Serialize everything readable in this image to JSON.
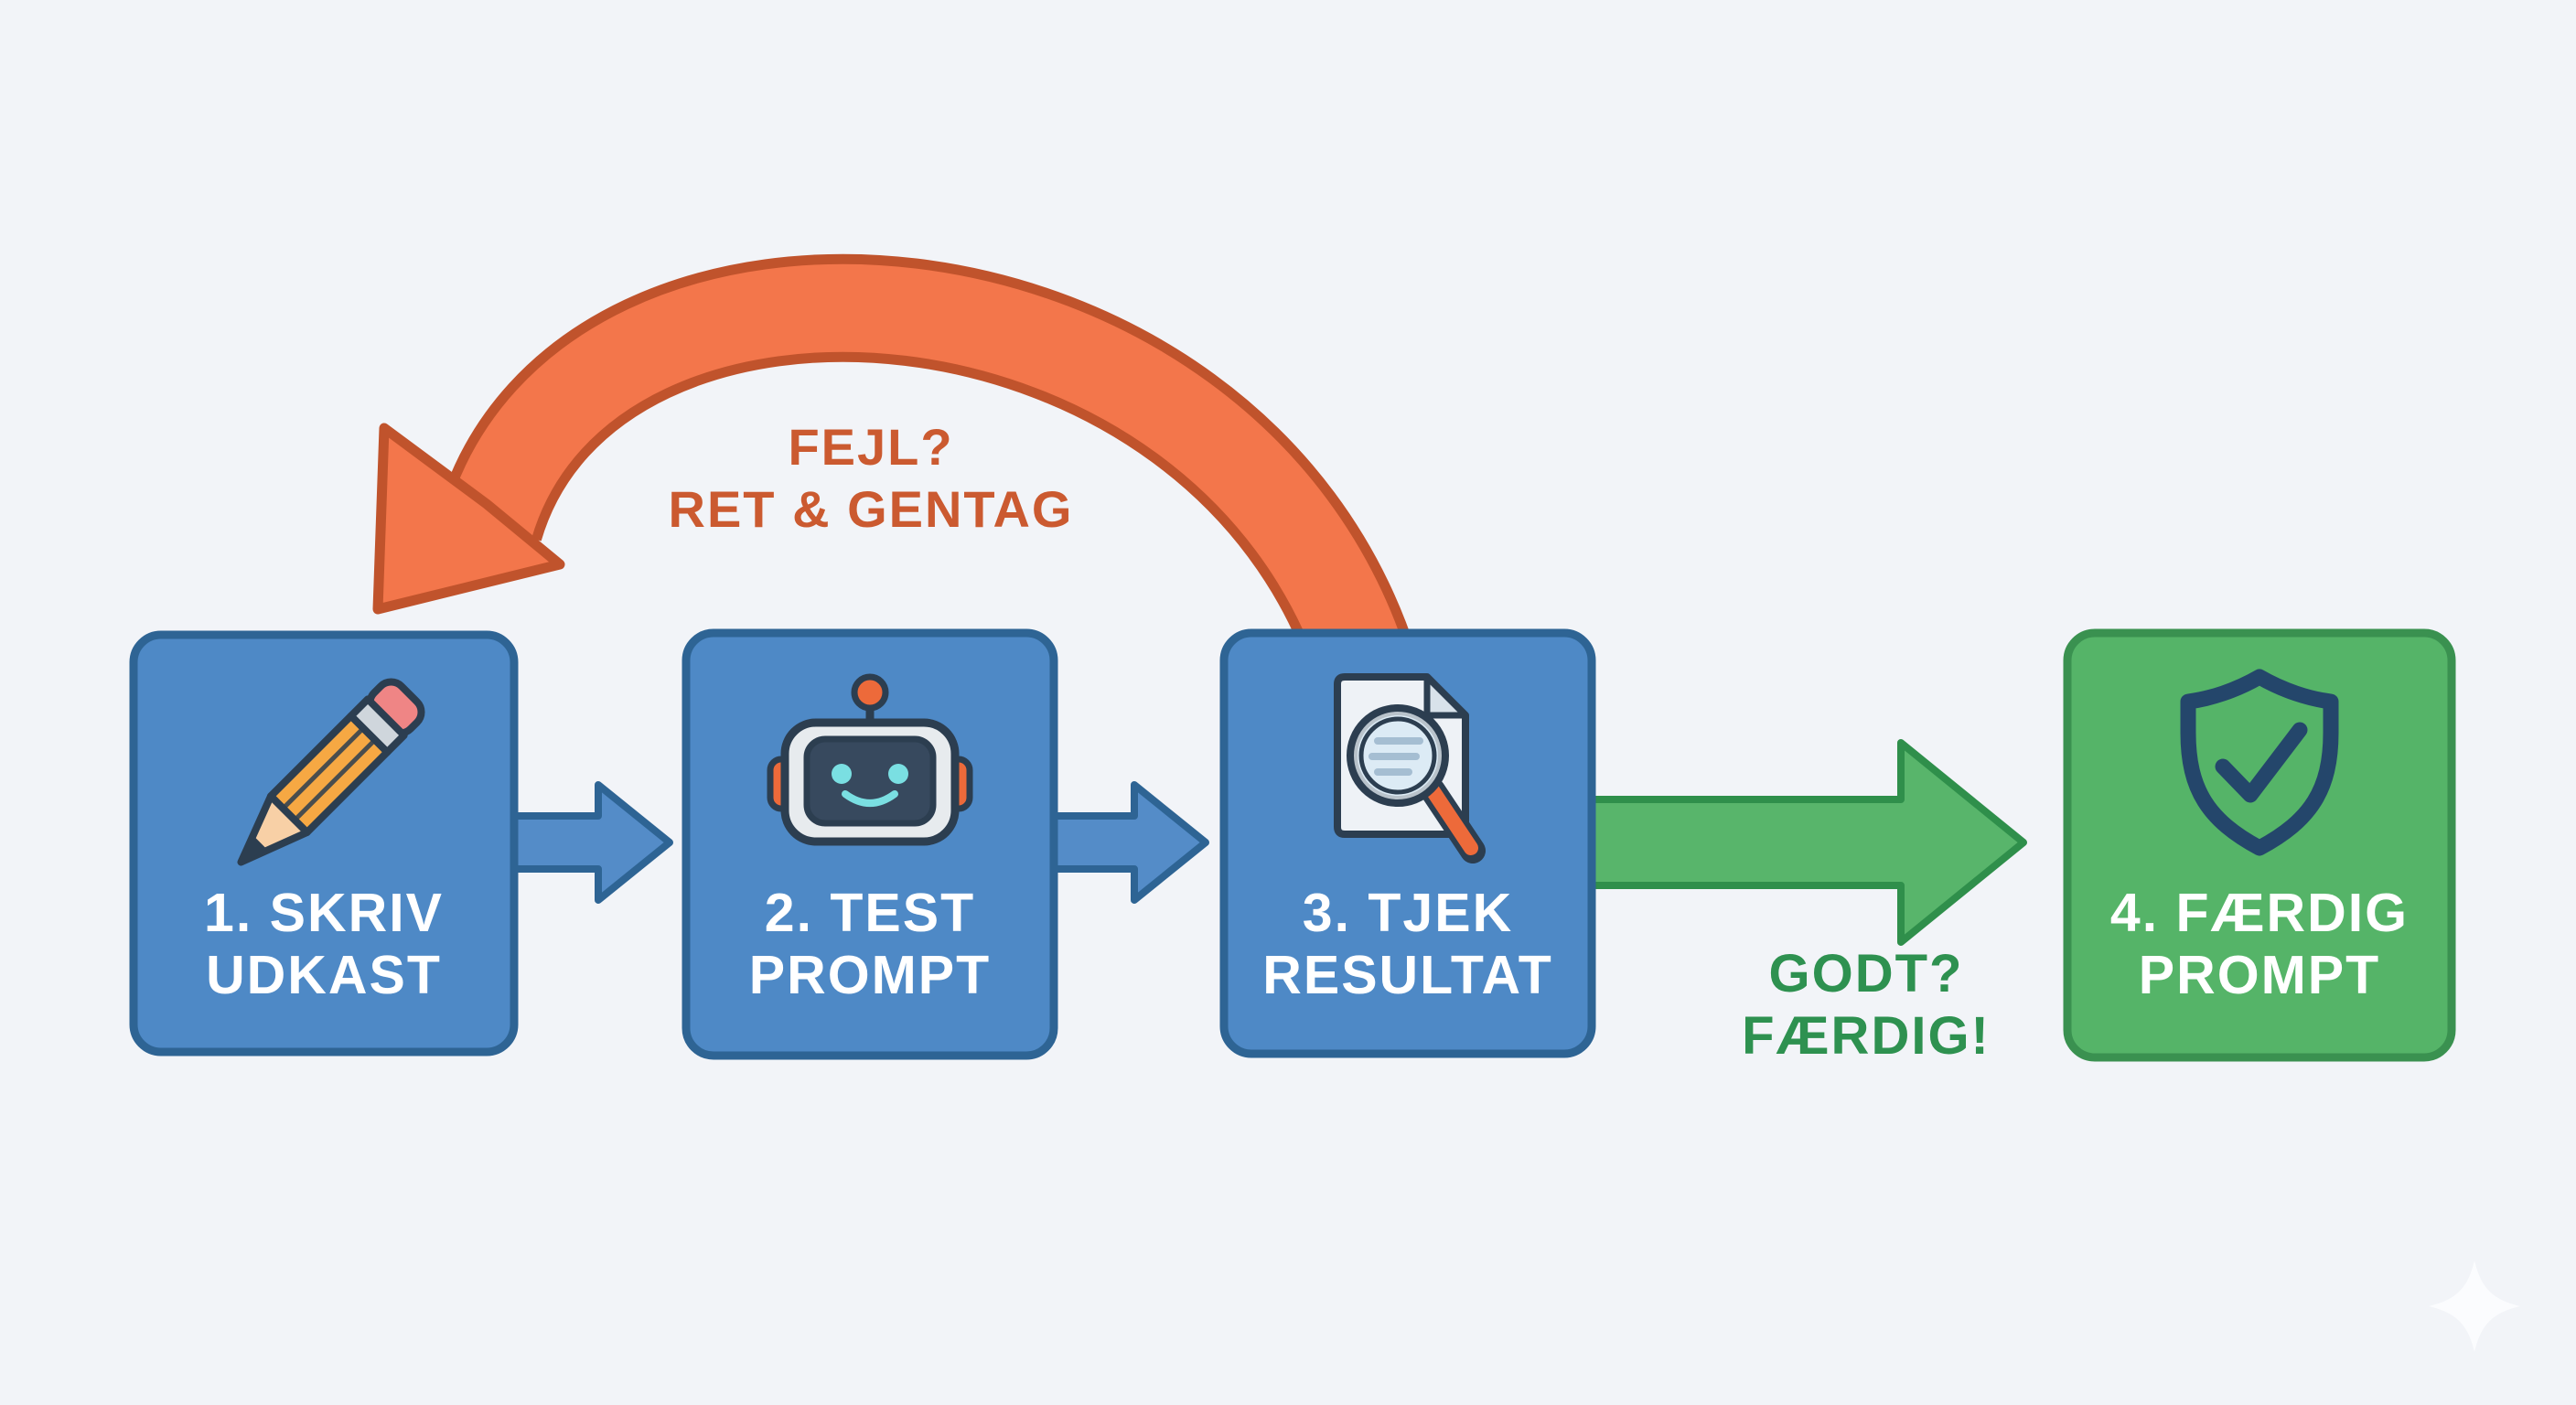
{
  "canvas": {
    "background": "#f2f4f8",
    "sparkle_color": "#fbfcfe"
  },
  "palette": {
    "box_label_color": "#ffffff",
    "arrow_blue_fill": "#548cc8",
    "arrow_blue_border": "#2e6494",
    "arrow_green_fill": "#58b56b",
    "arrow_green_border": "#2f8f4b",
    "loop_orange_fill": "#f3764b",
    "loop_orange_border": "#c0532c",
    "loop_text_color": "#cb5a30",
    "success_text_color": "#2e9150",
    "icon_outline_navy": "#2c3e50",
    "icon_orange": "#ed6a3a",
    "icon_cyan": "#7adfe2",
    "pencil_body": "#f6a843",
    "pencil_eraser": "#ef8585",
    "pencil_wood": "#f8d0a6",
    "robot_head_fill": "#e7ebee",
    "robot_face_fill": "#37495e",
    "paper_fill": "#eef2f6",
    "paper_fold_fill": "#d8e2ea",
    "lens_fill": "#dcebf5",
    "lens_rim": "#b9c3cb",
    "lens_lines": "#a5bed2",
    "shield_navy": "#24466b"
  },
  "steps": [
    {
      "label_line1": "1. SKRIV",
      "label_line2": "UDKAST",
      "icon": "pencil-icon",
      "fill": "#4e89c6",
      "border": "#2e6494"
    },
    {
      "label_line1": "2. TEST",
      "label_line2": "PROMPT",
      "icon": "robot-icon",
      "fill": "#4e89c6",
      "border": "#2e6494"
    },
    {
      "label_line1": "3. TJEK",
      "label_line2": "RESULTAT",
      "icon": "document-search-icon",
      "fill": "#4e89c6",
      "border": "#2e6494"
    },
    {
      "label_line1": "4. FÆRDIG",
      "label_line2": "PROMPT",
      "icon": "shield-check-icon",
      "fill": "#55b468",
      "border": "#3a9150"
    }
  ],
  "loop_arrow": {
    "label_line1": "FEJL?",
    "label_line2": "RET & GENTAG",
    "from_step": "3",
    "to_step": "1"
  },
  "success_arrow": {
    "label_line1": "GODT?",
    "label_line2": "FÆRDIG!",
    "from_step": "3",
    "to_step": "4"
  }
}
